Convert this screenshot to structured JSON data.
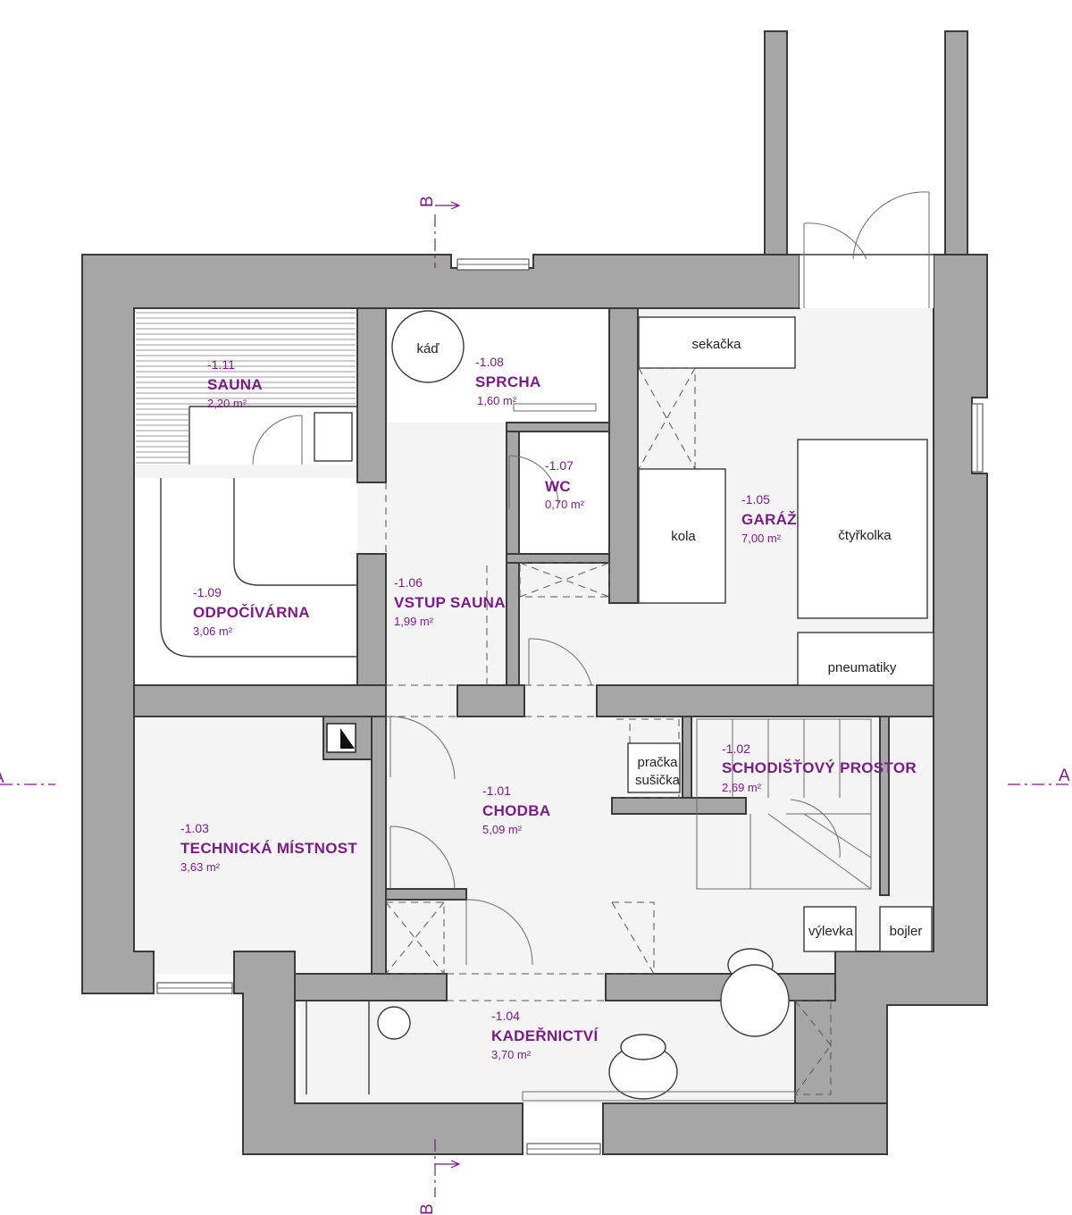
{
  "rooms": {
    "sauna": {
      "number": "-1.11",
      "name": "SAUNA",
      "area": "2,20 m²"
    },
    "sprcha": {
      "number": "-1.08",
      "name": "SPRCHA",
      "area": "1,60 m²"
    },
    "wc": {
      "number": "-1.07",
      "name": "WC",
      "area": "0,70 m²"
    },
    "garaz": {
      "number": "-1.05",
      "name": "GARÁŽ",
      "area": "7,00 m²"
    },
    "vstup": {
      "number": "-1.06",
      "name": "VSTUP SAUNA",
      "area": "1,99 m²"
    },
    "odpocivarna": {
      "number": "-1.09",
      "name": "ODPOČÍVÁRNA",
      "area": "3,06 m²"
    },
    "schodiste": {
      "number": "-1.02",
      "name": "SCHODIŠŤOVÝ PROSTOR",
      "area": "2,69 m²"
    },
    "chodba": {
      "number": "-1.01",
      "name": "CHODBA",
      "area": "5,09 m²"
    },
    "technicka": {
      "number": "-1.03",
      "name": "TECHNICKÁ MÍSTNOST",
      "area": "3,63 m²"
    },
    "kadernictvi": {
      "number": "-1.04",
      "name": "KADEŘNICTVÍ",
      "area": "3,70 m²"
    }
  },
  "items": {
    "kad": "káď",
    "sekacka": "sekačka",
    "kola": "kola",
    "ctyrkolka": "čtyřkolka",
    "pneumatiky": "pneumatiky",
    "pracka": "pračka",
    "susicka": "sušička",
    "vylevka": "výlevka",
    "bojler": "bojler"
  },
  "sections": {
    "b_top": "B",
    "b_bottom": "B",
    "a_left": "A",
    "a_right": "A"
  }
}
